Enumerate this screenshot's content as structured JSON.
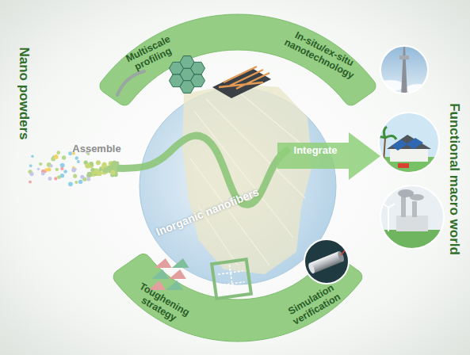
{
  "diagram": {
    "nodes": [
      {
        "text": [
          "Multiscale profiling",
          "In-situ/ex-situ nanotechnology"
        ]
      },
      {
        "text": [
          "Inorganic nanofibers"
        ]
      },
      {
        "text": [
          "Toughening strategy",
          "Simulation verification"
        ]
      }
    ],
    "labels": [
      "Nano powders",
      "Assemble",
      "Integrate",
      "Functional macro world"
    ]
  }
}
